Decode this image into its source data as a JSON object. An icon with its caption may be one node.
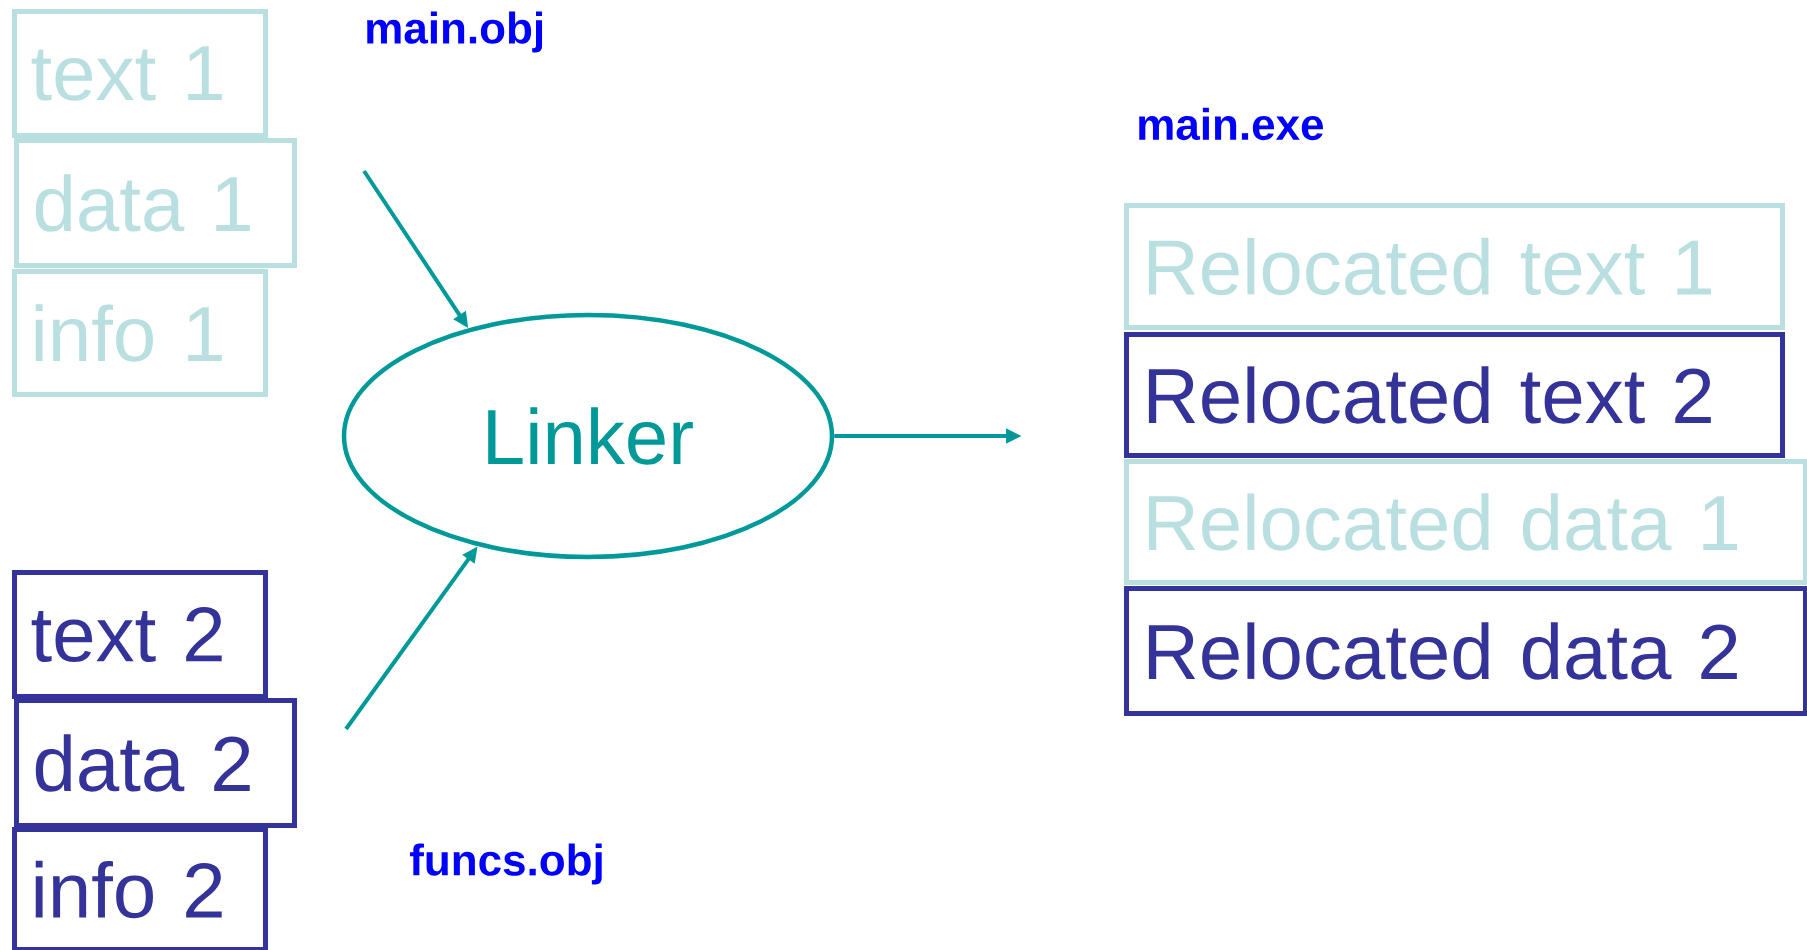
{
  "diagram": {
    "nodes": [
      {
        "text": [
          "text 1"
        ]
      },
      {
        "text": [
          "data 1"
        ]
      },
      {
        "text": [
          "info 1"
        ]
      },
      {
        "text": [
          "text 2"
        ]
      },
      {
        "text": [
          "data 2"
        ]
      },
      {
        "text": [
          "info 2"
        ]
      },
      {
        "text": [
          "Linker"
        ]
      },
      {
        "text": [
          "Relocated text 1"
        ]
      },
      {
        "text": [
          "Relocated text 2"
        ]
      },
      {
        "text": [
          "Relocated data 1"
        ]
      },
      {
        "text": [
          "Relocated data 2"
        ]
      }
    ],
    "edges": [
      {
        "from": null,
        "to": 6,
        "arrow": "to"
      },
      {
        "from": null,
        "to": 6,
        "arrow": "to"
      },
      {
        "from": 6,
        "to": null,
        "arrow": "to"
      }
    ],
    "labels": [
      "main.obj",
      "main.exe",
      "funcs.obj"
    ]
  }
}
